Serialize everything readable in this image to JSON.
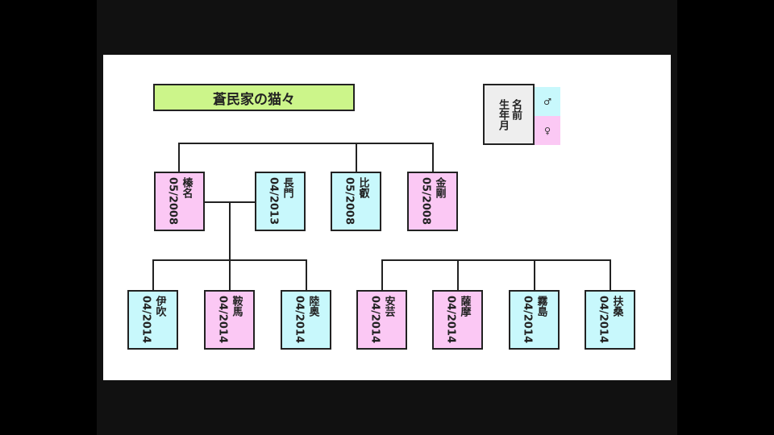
{
  "title": "蒼民家の猫々",
  "legend": {
    "name_label": "名前",
    "date_label": "生年月",
    "male_symbol": "♂",
    "female_symbol": "♀"
  },
  "parents": [
    {
      "name": "榛名",
      "date": "05/2008",
      "sex": "female"
    },
    {
      "name": "長門",
      "date": "04/2013",
      "sex": "male"
    },
    {
      "name": "比叡",
      "date": "05/2008",
      "sex": "male"
    },
    {
      "name": "金剛",
      "date": "05/2008",
      "sex": "female"
    }
  ],
  "children": [
    {
      "name": "伊吹",
      "date": "04/2014",
      "sex": "male"
    },
    {
      "name": "鞍馬",
      "date": "04/2014",
      "sex": "female"
    },
    {
      "name": "陸奥",
      "date": "04/2014",
      "sex": "male"
    },
    {
      "name": "安芸",
      "date": "04/2014",
      "sex": "female"
    },
    {
      "name": "薩摩",
      "date": "04/2014",
      "sex": "female"
    },
    {
      "name": "霧島",
      "date": "04/2014",
      "sex": "male"
    },
    {
      "name": "扶桑",
      "date": "04/2014",
      "sex": "male"
    }
  ],
  "colors": {
    "male": "#c8f8fc",
    "female": "#fbc8f4",
    "title": "#ccf58a"
  }
}
